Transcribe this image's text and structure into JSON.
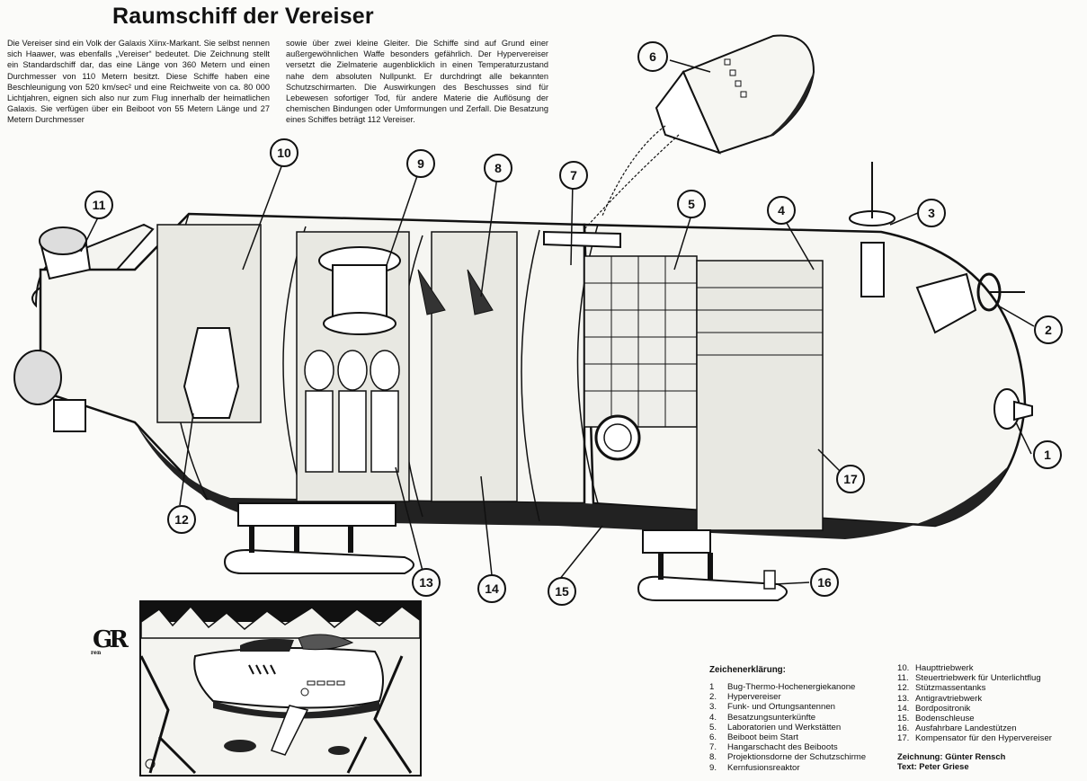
{
  "page": {
    "title": "Raumschiff der Vereiser",
    "intro_col1": "Die Vereiser sind ein Volk der Galaxis Xiinx-Markant. Sie selbst nennen sich Haawer, was ebenfalls „Vereiser“ bedeutet. Die Zeichnung stellt ein Standardschiff dar, das eine Länge von 360 Metern und einen Durchmesser von 110 Metern besitzt. Diese Schiffe haben eine Beschleunigung von 520 km/sec² und eine Reichweite von ca. 80 000 Lichtjahren, eignen sich also nur zum Flug innerhalb der heimatlichen Galaxis. Sie verfügen über ein Beiboot von 55 Metern Länge und 27 Metern Durchmesser",
    "intro_col2": "sowie über zwei kleine Gleiter. Die Schiffe sind auf Grund einer außergewöhnlichen Waffe besonders gefährlich. Der Hypervereiser versetzt die Zielmaterie augenblicklich in einen Temperaturzustand nahe dem absoluten Nullpunkt. Er durchdringt alle bekannten Schutzschirmarten. Die Auswirkungen des Beschusses sind für Lebewesen sofortiger Tod, für andere Materie die Auflösung der chemischen Bindungen oder Umformungen und Zerfall. Die Besatzung eines Schiffes beträgt 112 Vereiser."
  },
  "callouts": [
    "1",
    "2",
    "3",
    "4",
    "5",
    "6",
    "7",
    "8",
    "9",
    "10",
    "11",
    "12",
    "13",
    "14",
    "15",
    "16",
    "17"
  ],
  "legend": {
    "heading": "Zeichenerklärung:",
    "items": [
      {
        "num": "1",
        "label": "Bug-Thermo-Hochenergiekanone"
      },
      {
        "num": "2.",
        "label": "Hypervereiser"
      },
      {
        "num": "3.",
        "label": "Funk- und Ortungsantennen"
      },
      {
        "num": "4.",
        "label": "Besatzungsunterkünfte"
      },
      {
        "num": "5.",
        "label": "Laboratorien und Werkstätten"
      },
      {
        "num": "6.",
        "label": "Beiboot beim Start"
      },
      {
        "num": "7.",
        "label": "Hangarschacht des Beiboots"
      },
      {
        "num": "8.",
        "label": "Projektionsdorne der Schutzschirme"
      },
      {
        "num": "9.",
        "label": "Kernfusionsreaktor"
      },
      {
        "num": "10.",
        "label": "Haupttriebwerk"
      },
      {
        "num": "11.",
        "label": "Steuertriebwerk für Unterlichtflug"
      },
      {
        "num": "12.",
        "label": "Stützmassentanks"
      },
      {
        "num": "13.",
        "label": "Antigravtriebwerk"
      },
      {
        "num": "14.",
        "label": "Bordpositronik"
      },
      {
        "num": "15.",
        "label": "Bodenschleuse"
      },
      {
        "num": "16.",
        "label": "Ausfahrbare Landestützen"
      },
      {
        "num": "17.",
        "label": "Kompensator für den Hypervereiser"
      }
    ]
  },
  "credits": {
    "drawing": "Zeichnung: Günter Rensch",
    "text": "Text: Peter Griese"
  },
  "monogram": {
    "letters": "GR",
    "sub": "ren"
  }
}
